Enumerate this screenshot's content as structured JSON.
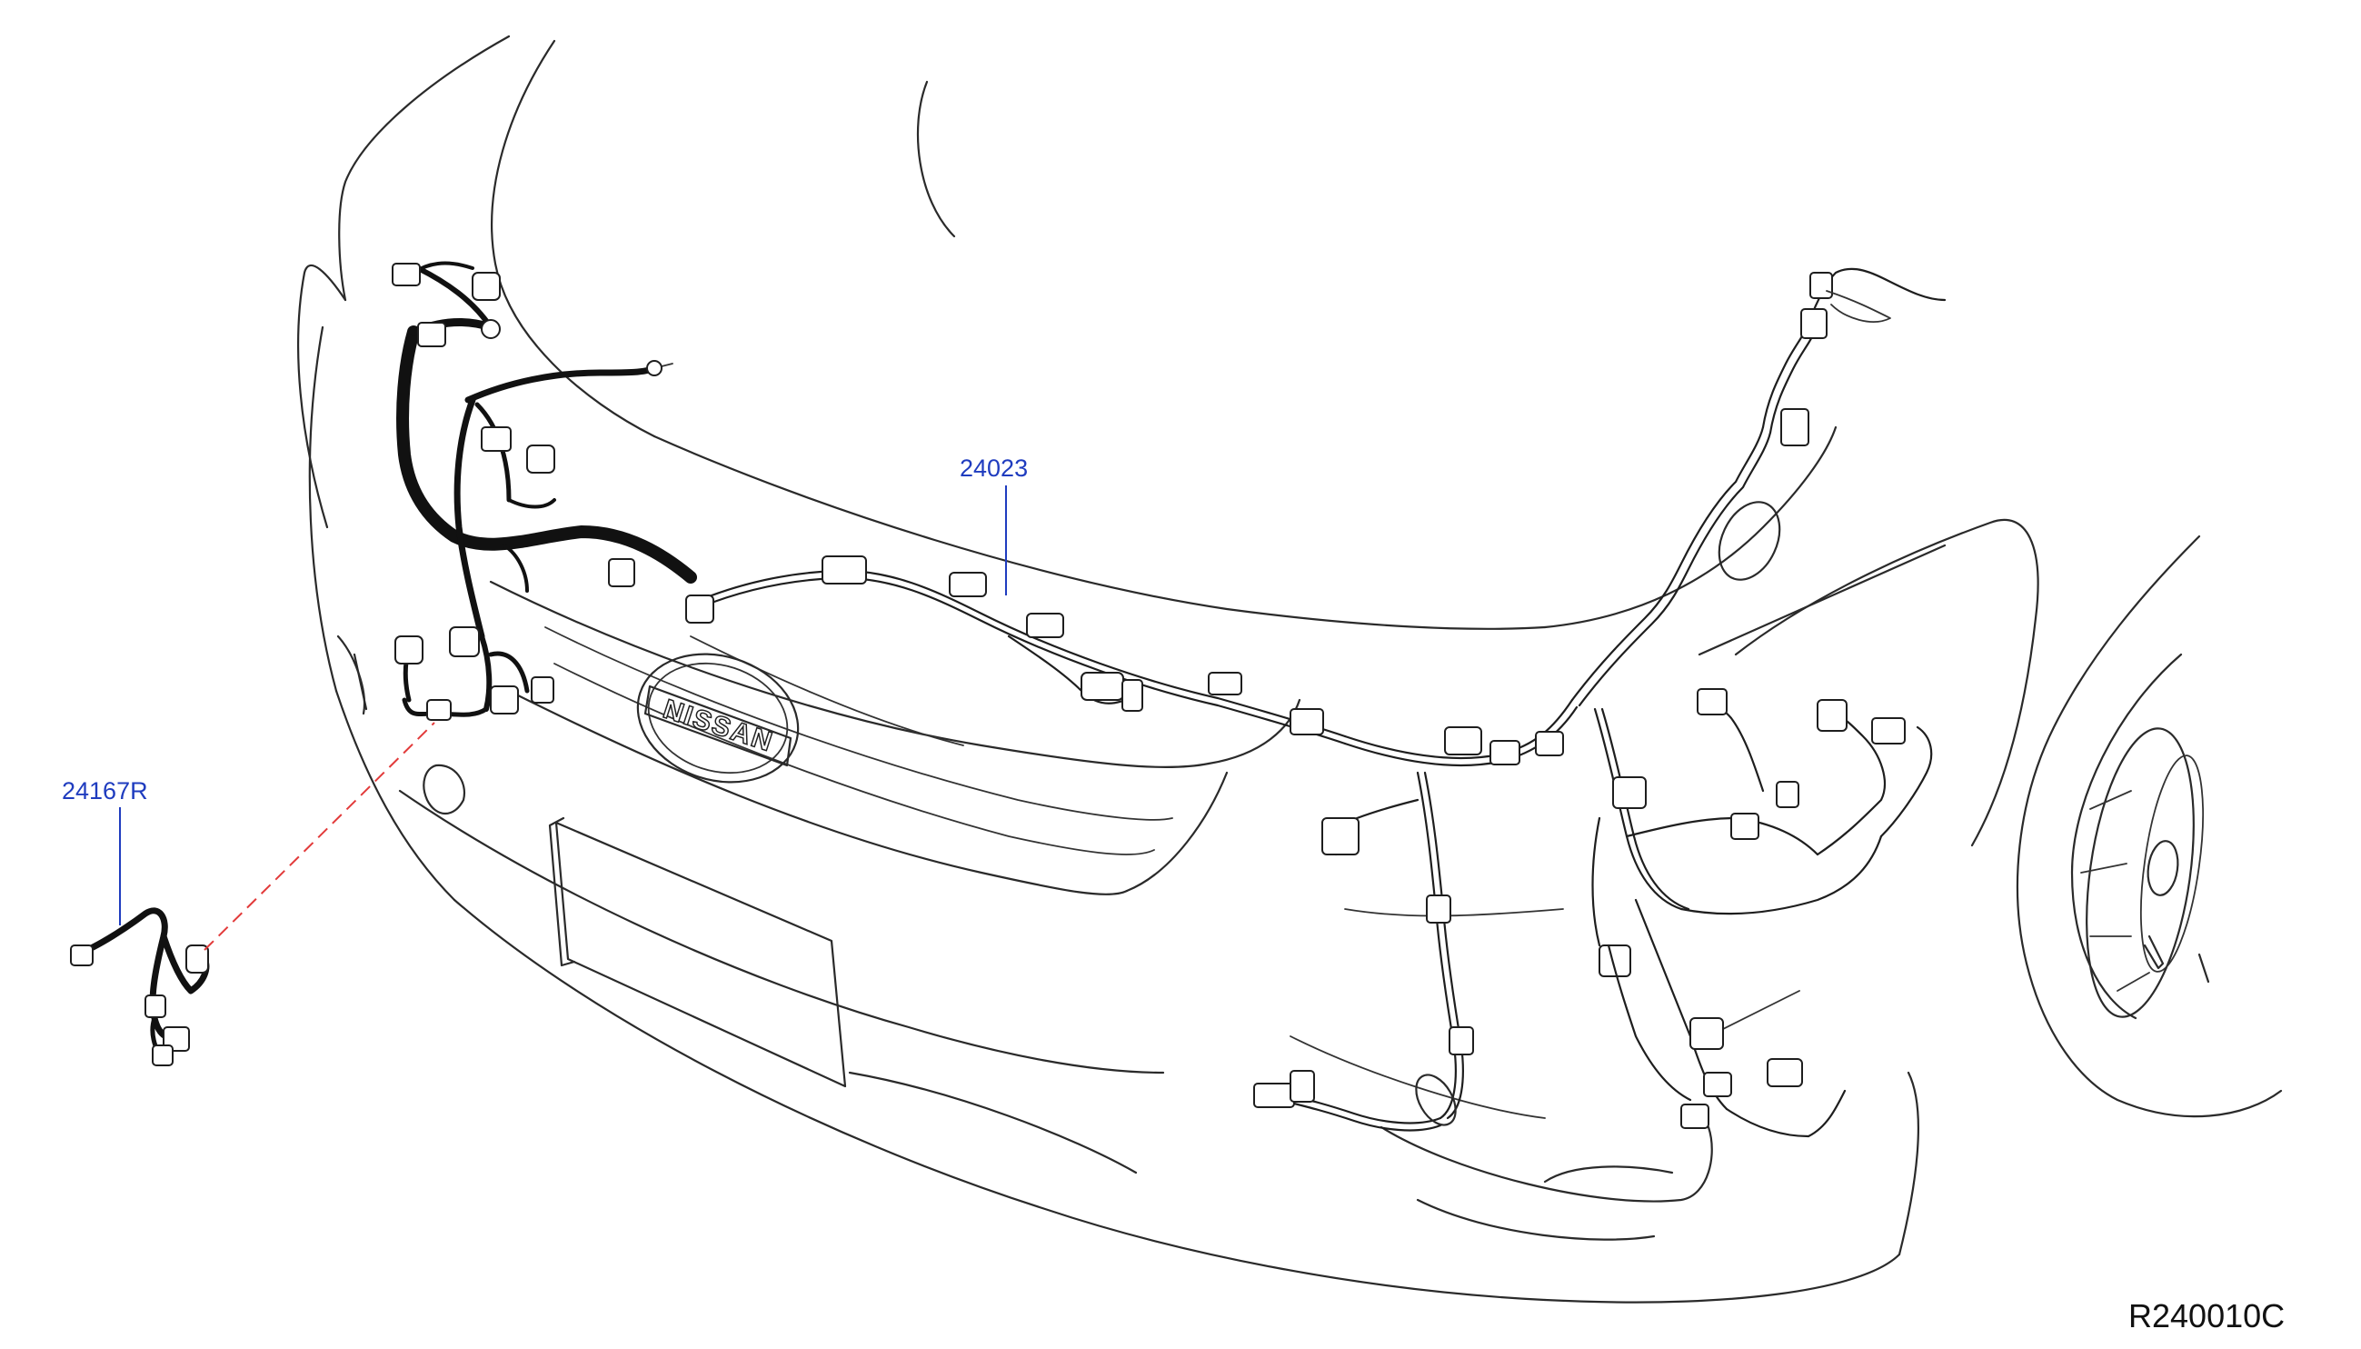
{
  "diagram": {
    "emblem_text": "NISSAN",
    "callouts": [
      {
        "id": "main-harness",
        "part_number": "24023"
      },
      {
        "id": "sub-harness",
        "part_number": "24167R"
      }
    ],
    "drawing_code": "R240010C",
    "colors": {
      "line": "#2a2a2a",
      "harness": "#111111",
      "callout_text": "#1f3cbf",
      "dashed_link": "#e23a3a"
    }
  }
}
